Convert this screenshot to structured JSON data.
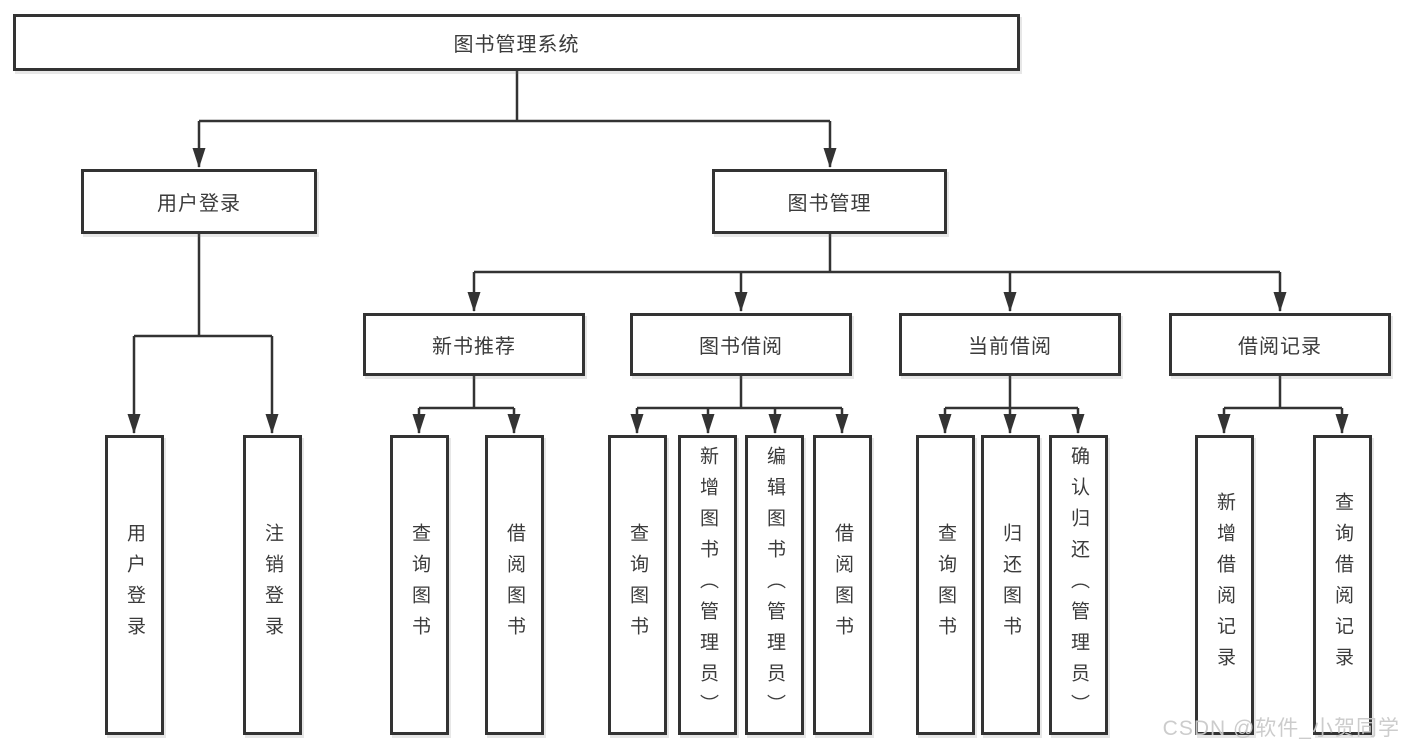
{
  "watermark": "CSDN @软件_小贺同学",
  "colors": {
    "line": "#333333",
    "text": "#3b3b3b",
    "box_fill": "#ffffff",
    "background": "#ffffff",
    "watermark": "#c9c9c9"
  },
  "tree": {
    "root": "图书管理系统",
    "branches": [
      {
        "label": "用户登录",
        "leaves": [
          "用户登录",
          "注销登录"
        ]
      },
      {
        "label": "图书管理",
        "groups": [
          {
            "label": "新书推荐",
            "leaves": [
              "查询图书",
              "借阅图书"
            ]
          },
          {
            "label": "图书借阅",
            "leaves": [
              "查询图书",
              "新增图书（管理员）",
              "编辑图书（管理员）",
              "借阅图书"
            ]
          },
          {
            "label": "当前借阅",
            "leaves": [
              "查询图书",
              "归还图书",
              "确认归还（管理员）"
            ]
          },
          {
            "label": "借阅记录",
            "leaves": [
              "新增借阅记录",
              "查询借阅记录"
            ]
          }
        ]
      }
    ]
  }
}
